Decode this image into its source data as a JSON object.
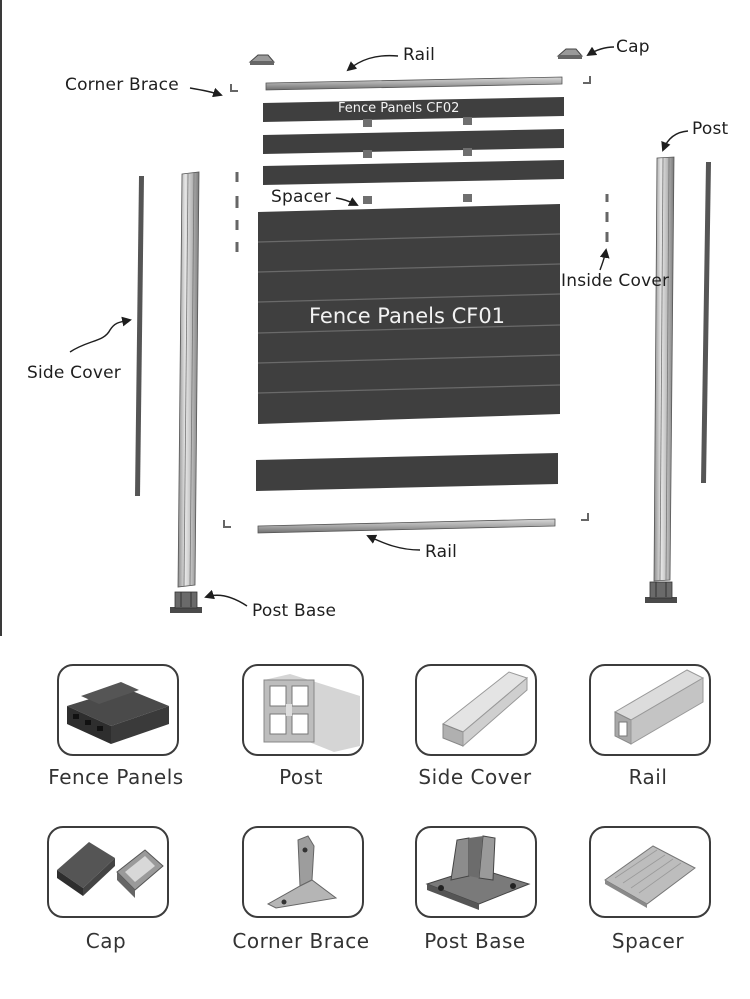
{
  "diagram": {
    "labels": {
      "rail_top": "Rail",
      "cap": "Cap",
      "corner_brace": "Corner Brace",
      "post": "Post",
      "panel_cf02": "Fence Panels  CF02",
      "spacer": "Spacer",
      "inside_cover": "Inside Cover",
      "panel_cf01": "Fence Panels  CF01",
      "side_cover": "Side Cover",
      "rail_bottom": "Rail",
      "post_base": "Post Base"
    }
  },
  "catalog": {
    "items": [
      {
        "label": "Fence Panels",
        "icon": "fence-panel-icon"
      },
      {
        "label": "Post",
        "icon": "post-profile-icon"
      },
      {
        "label": "Side Cover",
        "icon": "side-cover-icon"
      },
      {
        "label": "Rail",
        "icon": "rail-icon"
      },
      {
        "label": "Cap",
        "icon": "post-cap-icon"
      },
      {
        "label": "Corner Brace",
        "icon": "corner-brace-icon"
      },
      {
        "label": "Post Base",
        "icon": "post-base-icon"
      },
      {
        "label": "Spacer",
        "icon": "spacer-icon"
      }
    ]
  },
  "colors": {
    "panel": "#3f3f3f",
    "post": "#c8c8c8",
    "outline": "#3c3c3c"
  }
}
